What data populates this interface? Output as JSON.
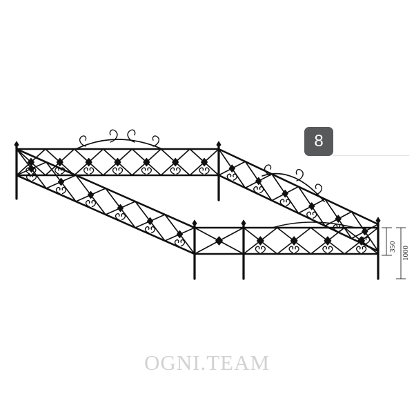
{
  "badge": {
    "label": "8"
  },
  "dimensions": {
    "upper": "350",
    "total": "1000"
  },
  "watermark": {
    "text": "OGNI.TEAM"
  },
  "colors": {
    "metal": "#111111",
    "badge": "#58595b",
    "watermark": "#d2d2d2"
  }
}
